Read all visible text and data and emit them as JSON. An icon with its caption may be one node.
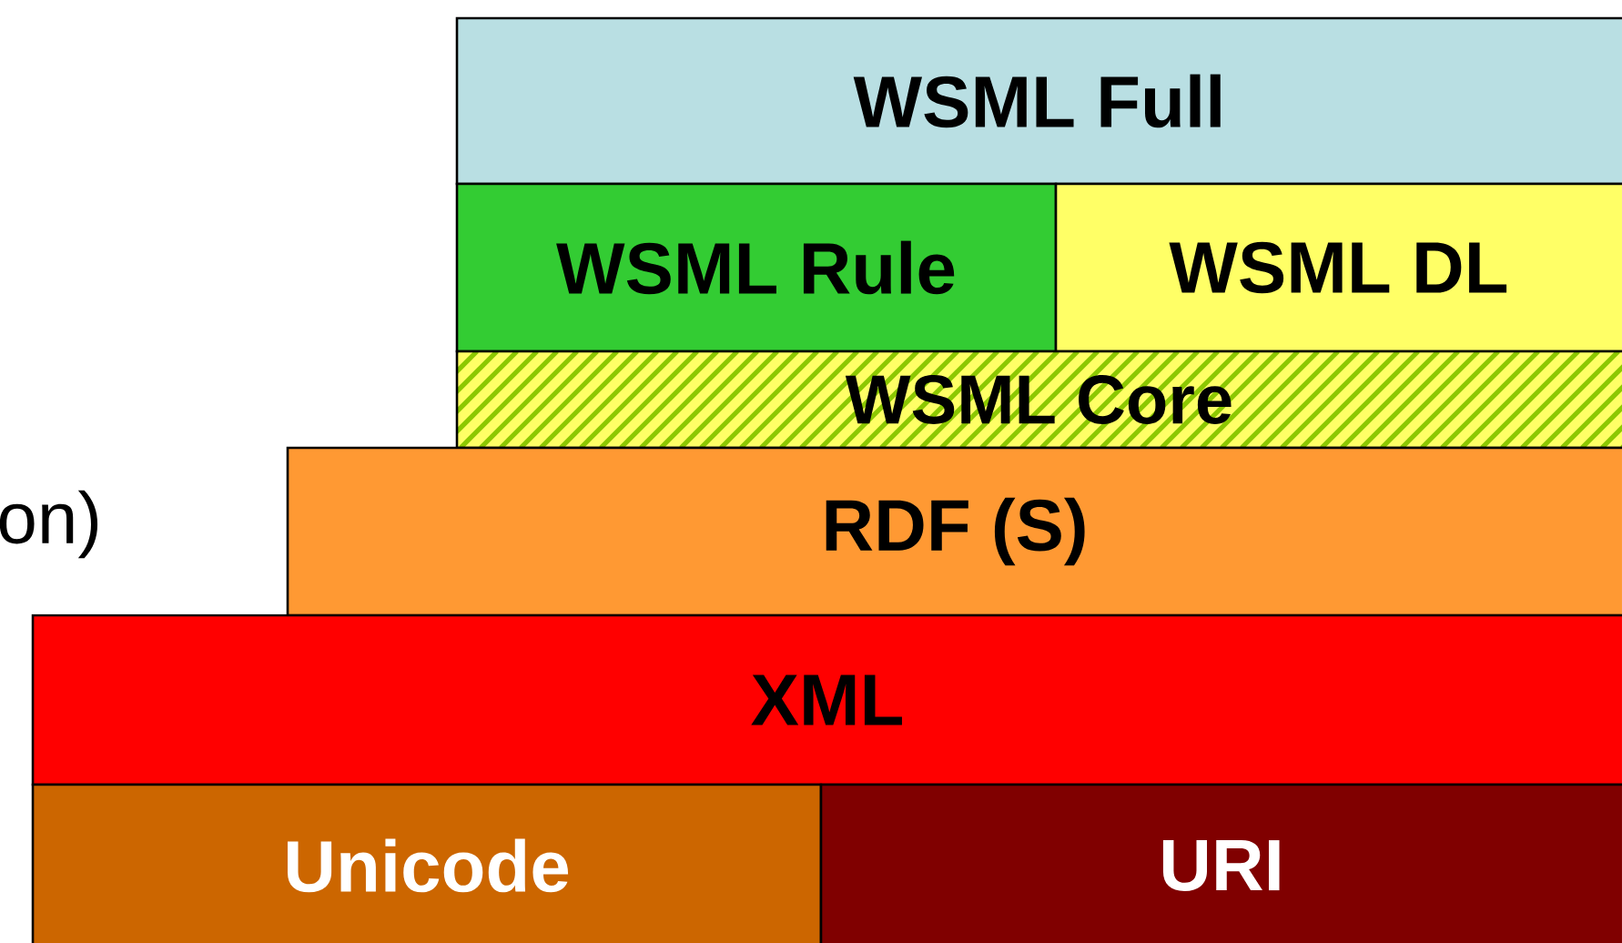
{
  "diagram": {
    "nodes": [
      {
        "text": [
          "WSML Full"
        ]
      },
      {
        "text": [
          "WSML Rule"
        ]
      },
      {
        "text": [
          "WSML DL"
        ]
      },
      {
        "text": [
          "WSML Core"
        ]
      },
      {
        "text": [
          "RDF (S)"
        ]
      },
      {
        "text": [
          "XML"
        ]
      },
      {
        "text": [
          "Unicode"
        ]
      },
      {
        "text": [
          "URI"
        ]
      }
    ],
    "labels": [
      "on)"
    ]
  }
}
